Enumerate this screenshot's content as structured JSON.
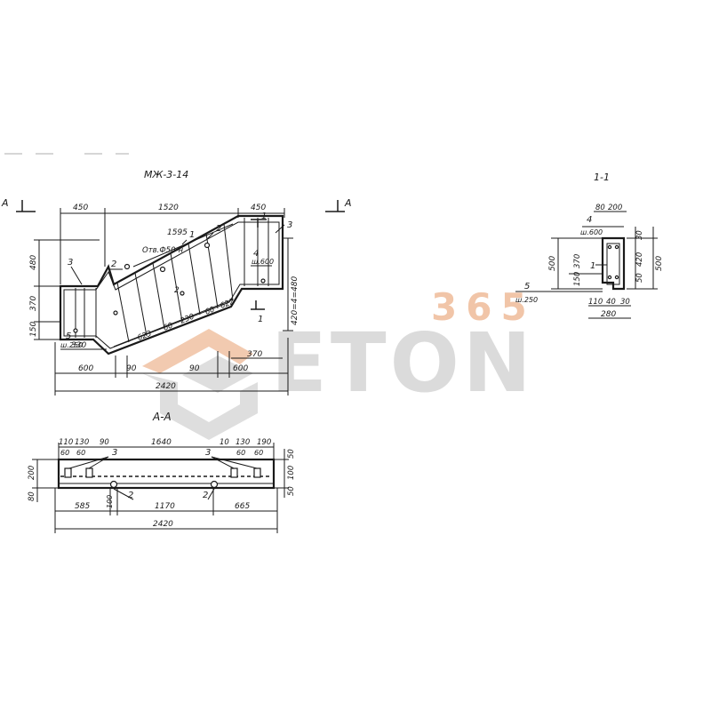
{
  "drawing": {
    "main_title": "МЖ-3-14",
    "section_title": "1-1",
    "aa_title": "А-А",
    "cut_marker": "А",
    "section_marker": "1"
  },
  "watermark": {
    "number": "365",
    "word": "ETON",
    "color_accent": "#e8a070",
    "color_gray": "#c4c4c4"
  },
  "main_view": {
    "dims_top": [
      "450",
      "1520",
      "450"
    ],
    "diag_top": "1595",
    "note_top": "Отв.Ф50-н",
    "left_heights": [
      "480",
      "370",
      "150"
    ],
    "right_height": "420=4=480",
    "mid_dims": [
      "623",
      "60",
      "230",
      "60",
      "622"
    ],
    "bottom_chain": [
      "600",
      "90",
      "90",
      "600"
    ],
    "right_small": "370",
    "left_small": "330",
    "total": "2420",
    "callouts": [
      "1",
      "2",
      "3",
      "4",
      "5",
      "1",
      "2",
      "3",
      "2"
    ],
    "width_notes": [
      "ш.250",
      "ш.600"
    ]
  },
  "section_view": {
    "top_dims": [
      "80",
      "200"
    ],
    "width_note_top": "ш.600",
    "callouts": [
      "4",
      "1",
      "5"
    ],
    "width_note_bottom": "ш.250",
    "left_heights": [
      "500",
      "370",
      "150"
    ],
    "right_heights": [
      "30",
      "420",
      "50",
      "500"
    ],
    "bottom_dims": [
      "110",
      "40",
      "30"
    ],
    "bottom_total": "280"
  },
  "aa_view": {
    "top_left_dims": [
      "110",
      "130",
      "90"
    ],
    "top_left_sub": [
      "60",
      "60"
    ],
    "top_mid": "1640",
    "top_right_dims": [
      "10",
      "130",
      "190"
    ],
    "top_right_sub": [
      "60",
      "60"
    ],
    "callouts": [
      "3",
      "3",
      "2",
      "2"
    ],
    "left_heights": [
      "200",
      "80"
    ],
    "right_heights": [
      "50",
      "100",
      "50"
    ],
    "bottom_chain": [
      "585",
      "100",
      "1170",
      "665"
    ],
    "total": "2420"
  }
}
